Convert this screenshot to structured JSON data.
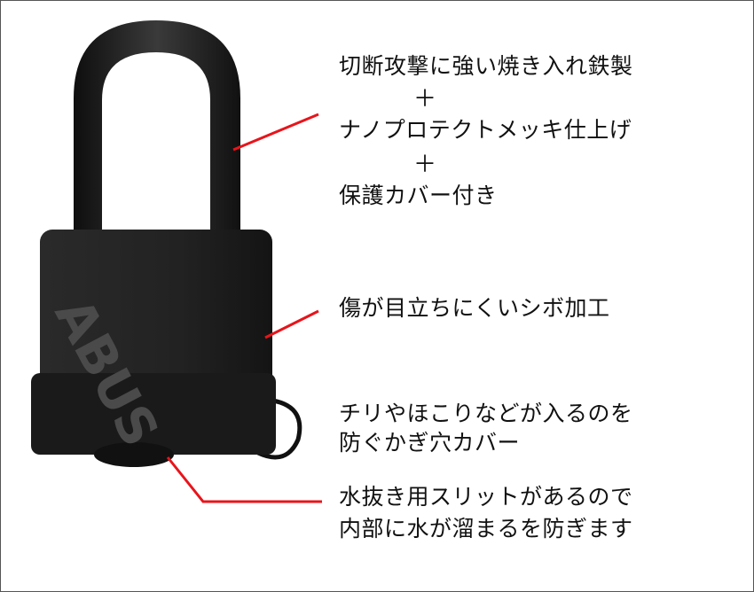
{
  "product": {
    "brand_logo": "ABUS",
    "accent_line_color": "#e8141b",
    "body_color": "#1e1e1e"
  },
  "callouts": {
    "shackle": {
      "line1": "切断攻撃に強い焼き入れ鉄製",
      "plus1": "＋",
      "line2": "ナノプロテクトメッキ仕上げ",
      "plus2": "＋",
      "line3": "保護カバー付き"
    },
    "body": {
      "line1": "傷が目立ちにくいシボ加工"
    },
    "keyhole": {
      "line1": "チリやほこりなどが入るのを",
      "line2": "防ぐかぎ穴カバー"
    },
    "drain": {
      "line1": "水抜き用スリットがあるので",
      "line2": "内部に水が溜まるを防ぎます"
    }
  }
}
